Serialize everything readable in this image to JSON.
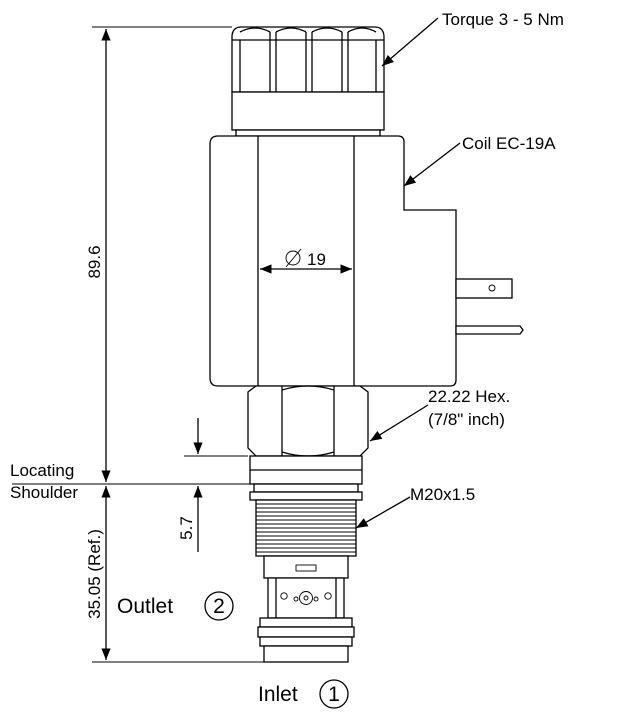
{
  "callouts": {
    "torque": "Torque 3 - 5 Nm",
    "coil": "Coil EC-19A",
    "hex_line1": "22.22 Hex.",
    "hex_line2": "(7/8\" inch)",
    "thread": "M20x1.5",
    "locating_line1": "Locating",
    "locating_line2": "Shoulder"
  },
  "dimensions": {
    "overall_height": "89.6",
    "coil_diameter": "19",
    "shoulder_gap": "5.7",
    "reference_length": "35.05 (Ref.)"
  },
  "ports": {
    "outlet_label": "Outlet",
    "outlet_number": "2",
    "inlet_label": "Inlet",
    "inlet_number": "1"
  }
}
